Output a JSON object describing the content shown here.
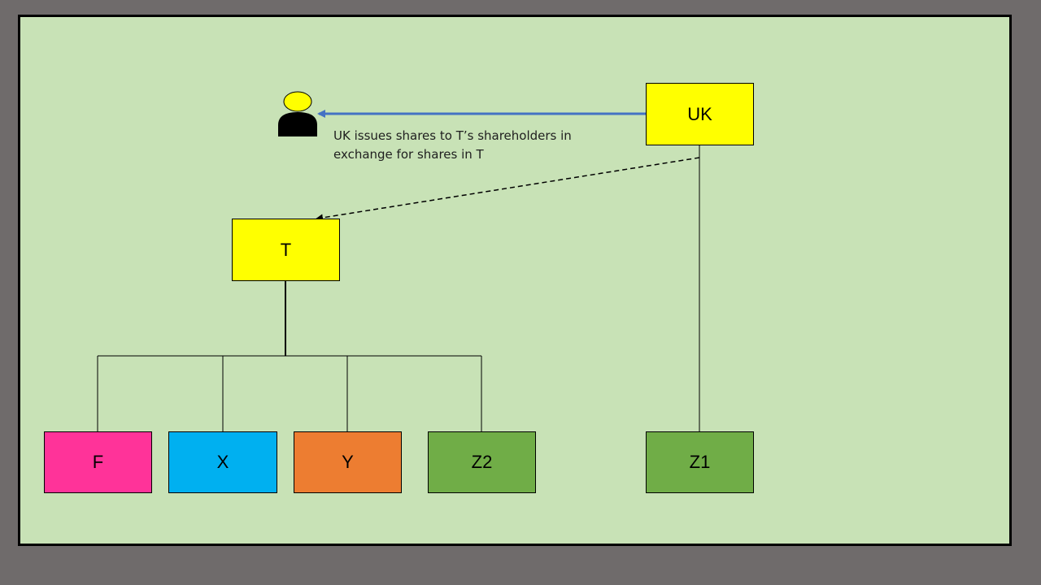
{
  "colors": {
    "background": "#6f6b6b",
    "slide": "#c8e2b6",
    "yellow": "#ffff00",
    "pink": "#ff3399",
    "blue": "#00b0f0",
    "orange": "#ed7d31",
    "green": "#70ad47",
    "arrow_blue": "#4472c4"
  },
  "nodes": {
    "uk": "UK",
    "t": "T",
    "f": "F",
    "x": "X",
    "y": "Y",
    "z2": "Z2",
    "z1": "Z1"
  },
  "annotation": "UK issues shares to T’s shareholders in exchange for shares in T",
  "icons": {
    "shareholder": "person-icon"
  }
}
